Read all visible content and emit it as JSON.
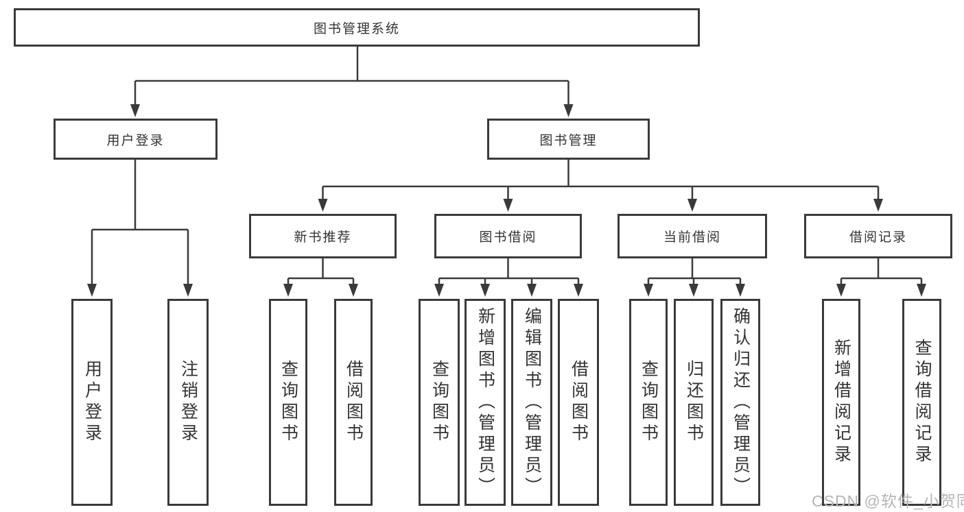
{
  "diagram": {
    "root": {
      "label": "图书管理系统"
    },
    "children": [
      {
        "label": "用户登录",
        "children": [
          {
            "label": "用户登录"
          },
          {
            "label": "注销登录"
          }
        ]
      },
      {
        "label": "图书管理",
        "children": [
          {
            "label": "新书推荐",
            "children": [
              {
                "label": "查询图书"
              },
              {
                "label": "借阅图书"
              }
            ]
          },
          {
            "label": "图书借阅",
            "children": [
              {
                "label": "查询图书"
              },
              {
                "label": "新增图书（管理员）"
              },
              {
                "label": "编辑图书（管理员）"
              },
              {
                "label": "借阅图书"
              }
            ]
          },
          {
            "label": "当前借阅",
            "children": [
              {
                "label": "查询图书"
              },
              {
                "label": "归还图书"
              },
              {
                "label": "确认归还（管理员）"
              }
            ]
          },
          {
            "label": "借阅记录",
            "children": [
              {
                "label": "新增借阅记录"
              },
              {
                "label": "查询借阅记录"
              }
            ]
          }
        ]
      }
    ]
  },
  "watermark": {
    "text": "CSDN @软件_小贺同学"
  },
  "colors": {
    "line": "#3a3a3a",
    "text": "#333333",
    "watermark": "#b5b5b5",
    "background": "#ffffff"
  }
}
